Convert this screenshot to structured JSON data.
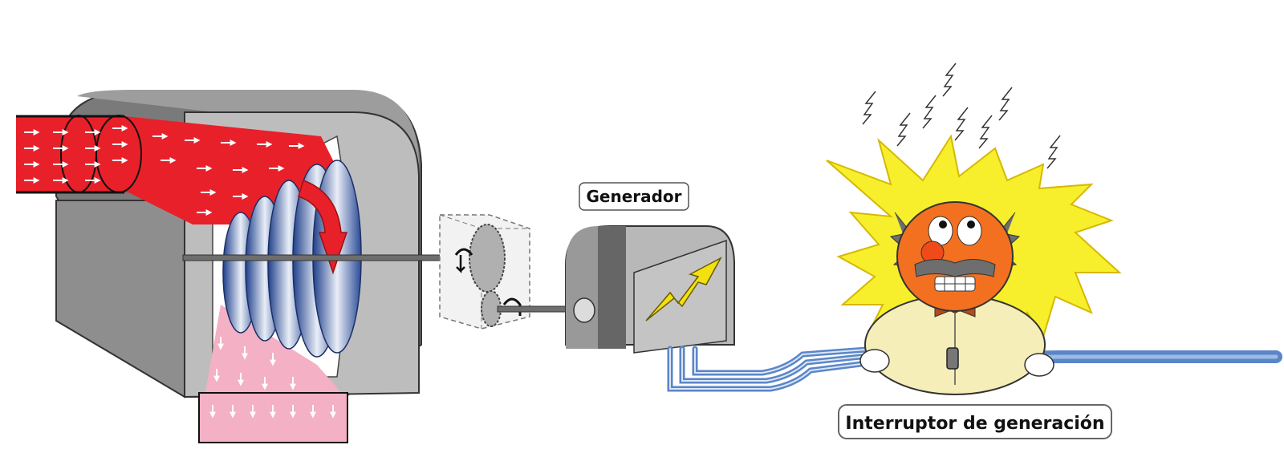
{
  "labels": {
    "generator": "Generador",
    "breaker": "Interruptor de generación"
  },
  "colors": {
    "steam_hot": "#e8202a",
    "steam_exhaust": "#f4b0c4",
    "housing": "#bdbdbd",
    "housing_dark": "#7a7a7a",
    "pipe_blue": "#5a86c8",
    "bolt_yellow": "#f2e10f",
    "face_orange": "#f37020"
  },
  "icons": [
    "steam-inlet-pipe",
    "turbine-housing",
    "turbine-rotor",
    "rotation-arrow-icon",
    "gearbox-icon",
    "generator-unit",
    "lightning-bolt-icon",
    "cable-bundle",
    "shocked-worker-figure",
    "electric-spark-icon"
  ]
}
